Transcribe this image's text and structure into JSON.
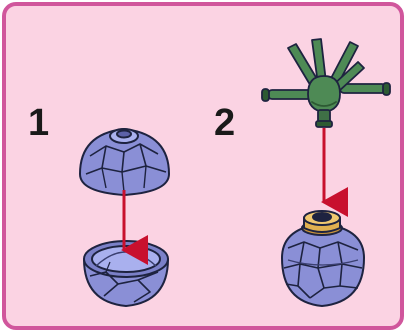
{
  "steps": [
    {
      "number": "1"
    },
    {
      "number": "2"
    }
  ],
  "colors": {
    "frame_border": "#d0569c",
    "background": "#fbd3e3",
    "ball_fill": "#8a8fd6",
    "ball_shadow": "#6d72be",
    "outline": "#1e2340",
    "arrow": "#c8102e",
    "plant": "#4e8a55",
    "plant_dark": "#2d5a33",
    "gold": "#e0b050"
  },
  "icons": {
    "ball_top_half": "rock-dome-top-half",
    "ball_bottom_half": "rock-bowl-bottom-half",
    "assembled_ball": "rock-ball-assembled",
    "plant": "plant-stem-piece",
    "arrow": "down-arrow"
  }
}
